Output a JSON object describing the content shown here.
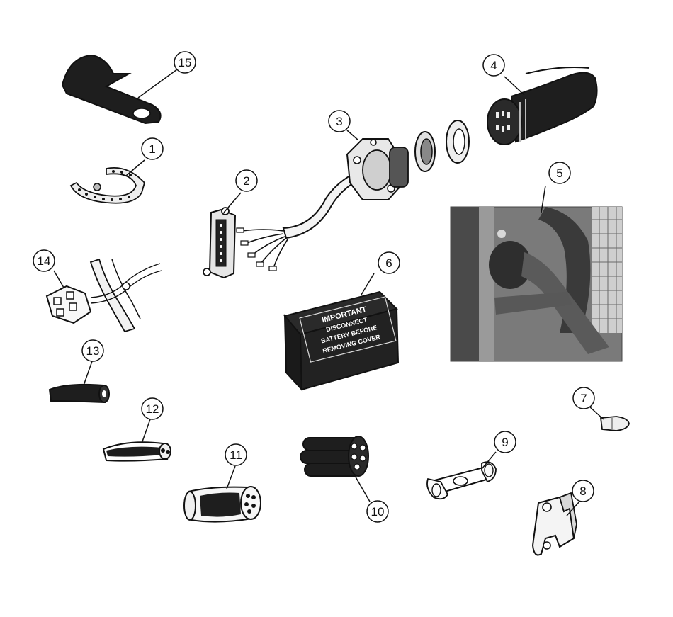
{
  "callouts": {
    "c1": "1",
    "c2": "2",
    "c3": "3",
    "c4": "4",
    "c5": "5",
    "c6": "6",
    "c7": "7",
    "c8": "8",
    "c9": "9",
    "c10": "10",
    "c11": "11",
    "c12": "12",
    "c13": "13",
    "c14": "14",
    "c15": "15"
  },
  "cover_label": {
    "line1": "IMPORTANT",
    "line2": "DISCONNECT",
    "line3": "BATTERY BEFORE",
    "line4": "REMOVING COVER"
  },
  "colors": {
    "ink": "#111111",
    "dark_part": "#1e1e1e",
    "photo_bg": "#7a7a7a"
  }
}
